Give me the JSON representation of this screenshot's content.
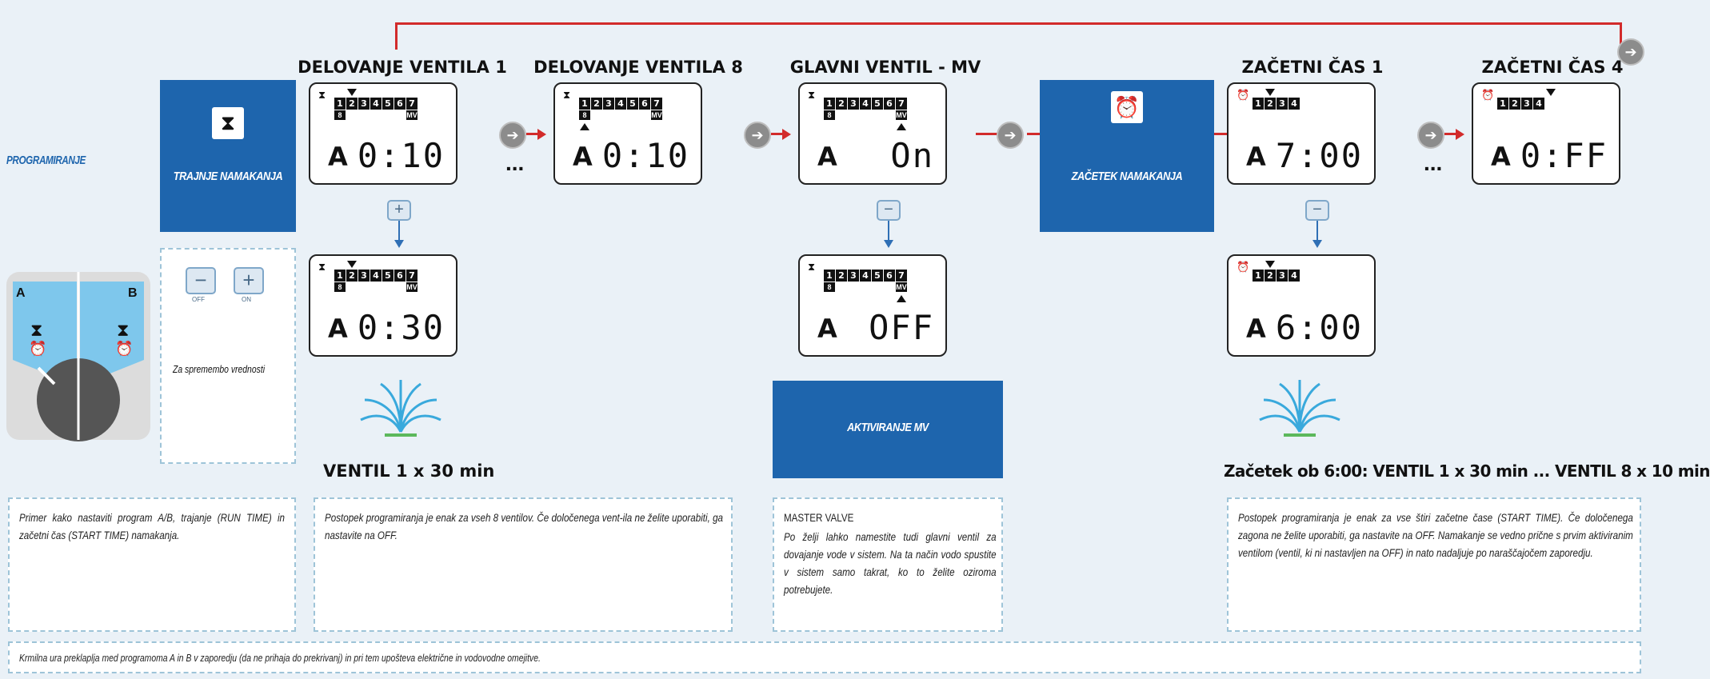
{
  "header": {
    "programming_label": "PROGRAMIRANJE"
  },
  "duration_box": {
    "label": "TRAJNJE NAMAKANJA",
    "icon": "hourglass-icon"
  },
  "start_box": {
    "label": "ZAČETEK NAMAKANJA",
    "icon": "alarm-clock-icon"
  },
  "mv_box": {
    "label": "AKTIVIRANJE MV"
  },
  "titles": {
    "valve1": "DELOVANJE VENTILA 1",
    "valve8": "DELOVANJE VENTILA 8",
    "mv": "GLAVNI VENTIL - MV",
    "start1": "ZAČETNI ČAS 1",
    "start4": "ZAČETNI ČAS 4"
  },
  "lcd": {
    "valve1_top": {
      "program": "A",
      "value": "0:10"
    },
    "valve8": {
      "program": "A",
      "value": "0:10"
    },
    "mv_top": {
      "program": "A",
      "value": "On"
    },
    "start1_top": {
      "program": "A",
      "value": "7:00"
    },
    "start4": {
      "program": "A",
      "value": "0:FF"
    },
    "valve1_bottom": {
      "program": "A",
      "value": "0:30"
    },
    "mv_bottom": {
      "program": "A",
      "value": "OFF"
    },
    "start1_bottom": {
      "program": "A",
      "value": "6:00"
    },
    "valve_cells": [
      "1",
      "2",
      "3",
      "4",
      "5",
      "6",
      "7"
    ],
    "start_cells": [
      "1",
      "2",
      "3",
      "4"
    ],
    "sub_8": "8",
    "sub_mv": "MV"
  },
  "buttons": {
    "minus": "−",
    "plus": "+",
    "off_label": "OFF",
    "on_label": "ON",
    "ellipsis": "...",
    "arrow": "➔"
  },
  "dial": {
    "a": "A",
    "b": "B"
  },
  "change_values_label": "Za spremembo vrednosti",
  "captions": {
    "valve_result": "VENTIL 1 x 30 min",
    "start_result": "Začetek ob 6:00: VENTIL 1 x 30 min ... VENTIL 8 x 10 min"
  },
  "notes": {
    "intro": "Primer kako nastaviti program A/B, trajanje (RUN TIME) in začetni čas (START TIME) namakanja.",
    "valves": "Postopek programiranja je enak za vseh 8 ventilov. Če določenega vent-ila ne želite uporabiti, ga nastavite na OFF.",
    "master_title": "MASTER VALVE",
    "master_body": "Po želji lahko namestite tudi glavni ventil za dovajanje vode v sistem. Na ta način vodo spustite v sistem samo takrat, ko to želite oziroma potrebujete.",
    "starts": "Postopek programiranja je enak za vse štiri začetne čase (START TIME). Če določenega zagona ne želite uporabiti, ga nastavite na OFF. Namakanje se vedno prične s prvim aktiviranim ventilom (ventil, ki ni nastavljen na OFF) in nato nadaljuje po naraščajočem zaporedju.",
    "footer": "Krmilna ura preklaplja med programoma A in B v zaporedju (da ne prihaja do prekrivanj) in pri tem upošteva električne in vodovodne omejitve."
  },
  "colors": {
    "accent_blue": "#1e65ad",
    "flow_red": "#d22b2b",
    "dash_border": "#9ec4d8"
  }
}
